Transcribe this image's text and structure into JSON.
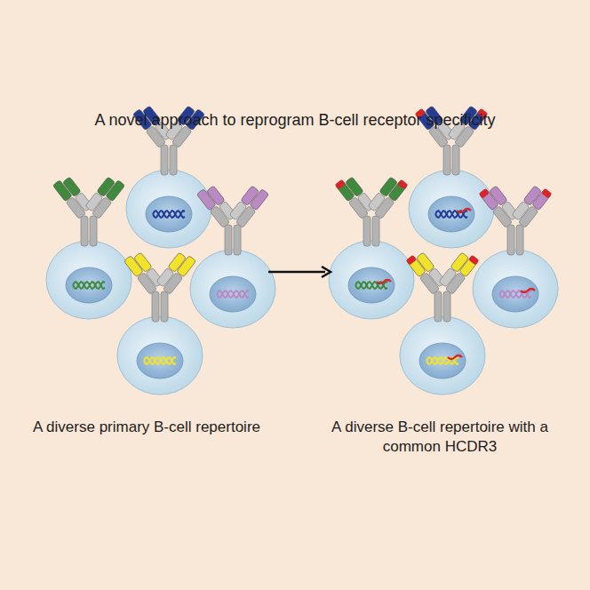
{
  "diagram": {
    "title": "A novel approach to reprogram B-cell receptor specificity",
    "labels": [
      "A diverse primary B-cell repertoire",
      "A diverse B-cell repertoire with a common HCDR3"
    ]
  }
}
